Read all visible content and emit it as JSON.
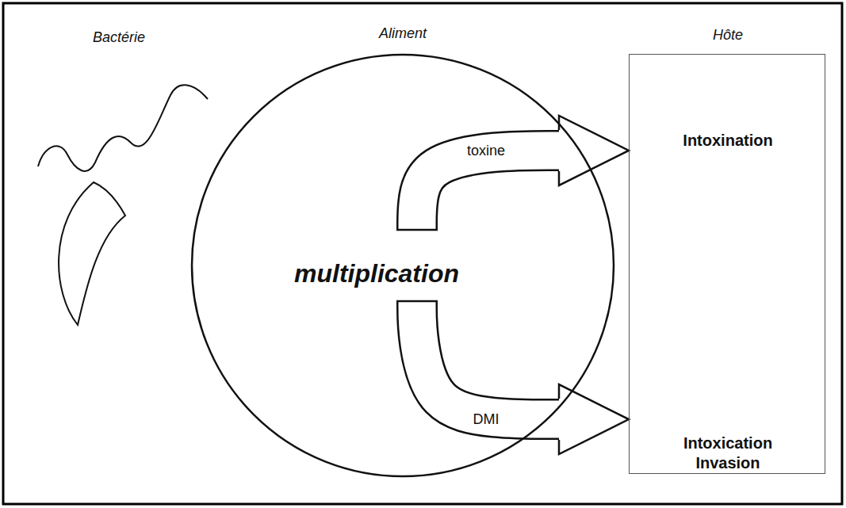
{
  "diagram": {
    "nodes": [
      {
        "text": [
          "Aliment",
          "multiplication"
        ]
      },
      {
        "text": [
          "Hôte",
          "Intoxination",
          "Intoxication Invasion"
        ]
      }
    ],
    "edges": [
      {
        "from": 0,
        "to": 1,
        "arrow": "to",
        "label": "toxine"
      },
      {
        "from": 0,
        "to": 1,
        "arrow": "to",
        "label": "DMI"
      }
    ],
    "labels": [
      "Bactérie"
    ]
  }
}
